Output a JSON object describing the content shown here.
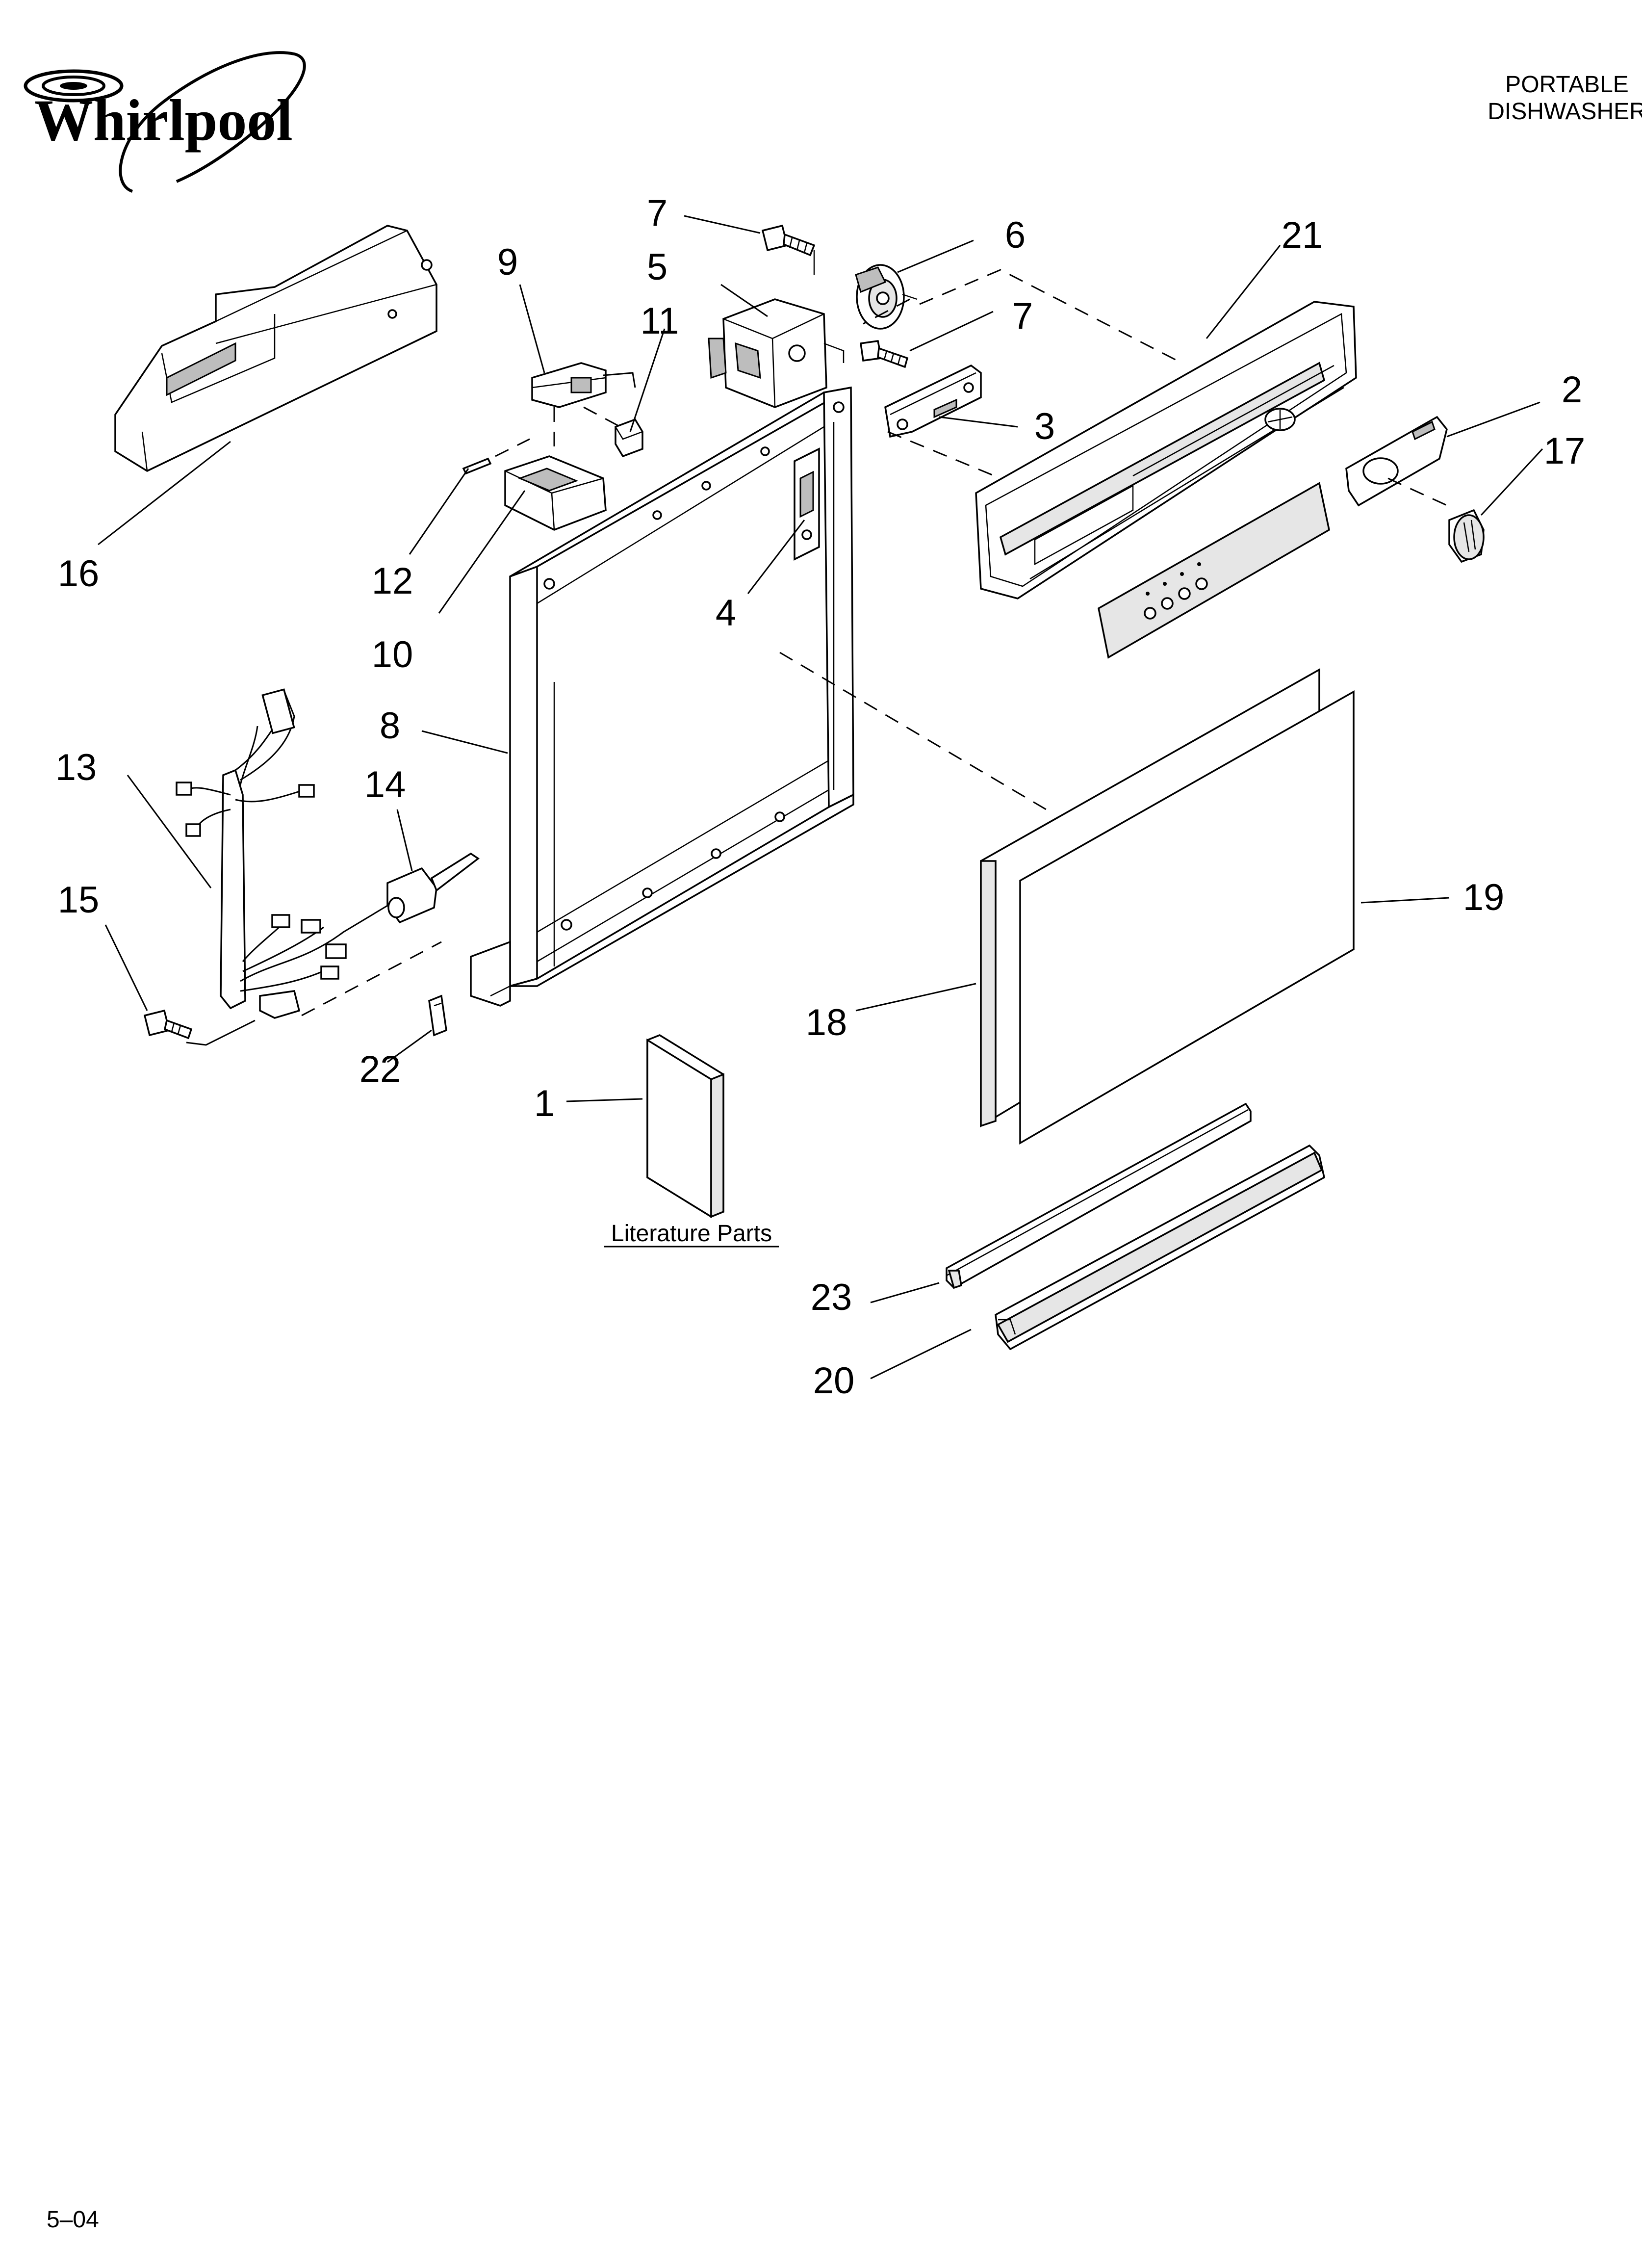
{
  "brand": {
    "name": "Whirlpool"
  },
  "header": {
    "line1": "PORTABLE",
    "line2": "DISHWASHER"
  },
  "footer": {
    "date_code": "5–04"
  },
  "literature": {
    "label": "Literature Parts"
  },
  "callouts": {
    "c1": "1",
    "c2": "2",
    "c3": "3",
    "c4": "4",
    "c5": "5",
    "c6": "6",
    "c7a": "7",
    "c7b": "7",
    "c8": "8",
    "c9": "9",
    "c10": "10",
    "c11": "11",
    "c12": "12",
    "c13": "13",
    "c14": "14",
    "c15": "15",
    "c16": "16",
    "c17": "17",
    "c18": "18",
    "c19": "19",
    "c20": "20",
    "c21": "21",
    "c22": "22",
    "c23": "23"
  }
}
